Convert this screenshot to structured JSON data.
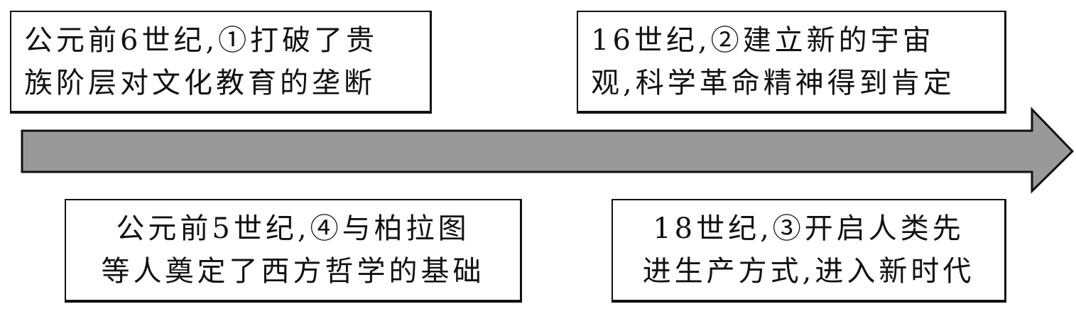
{
  "timeline": {
    "arrow_color": "#999999",
    "events": [
      {
        "lines": [
          "公元前6世纪,①打破了贵",
          "族阶层对文化教育的垄断"
        ]
      },
      {
        "lines": [
          "16世纪,②建立新的宇宙",
          "观,科学革命精神得到肯定"
        ]
      },
      {
        "lines": [
          "公元前5世纪,④与柏拉图",
          "等人奠定了西方哲学的基础"
        ]
      },
      {
        "lines": [
          "18世纪,③开启人类先",
          "进生产方式,进入新时代"
        ]
      }
    ]
  }
}
